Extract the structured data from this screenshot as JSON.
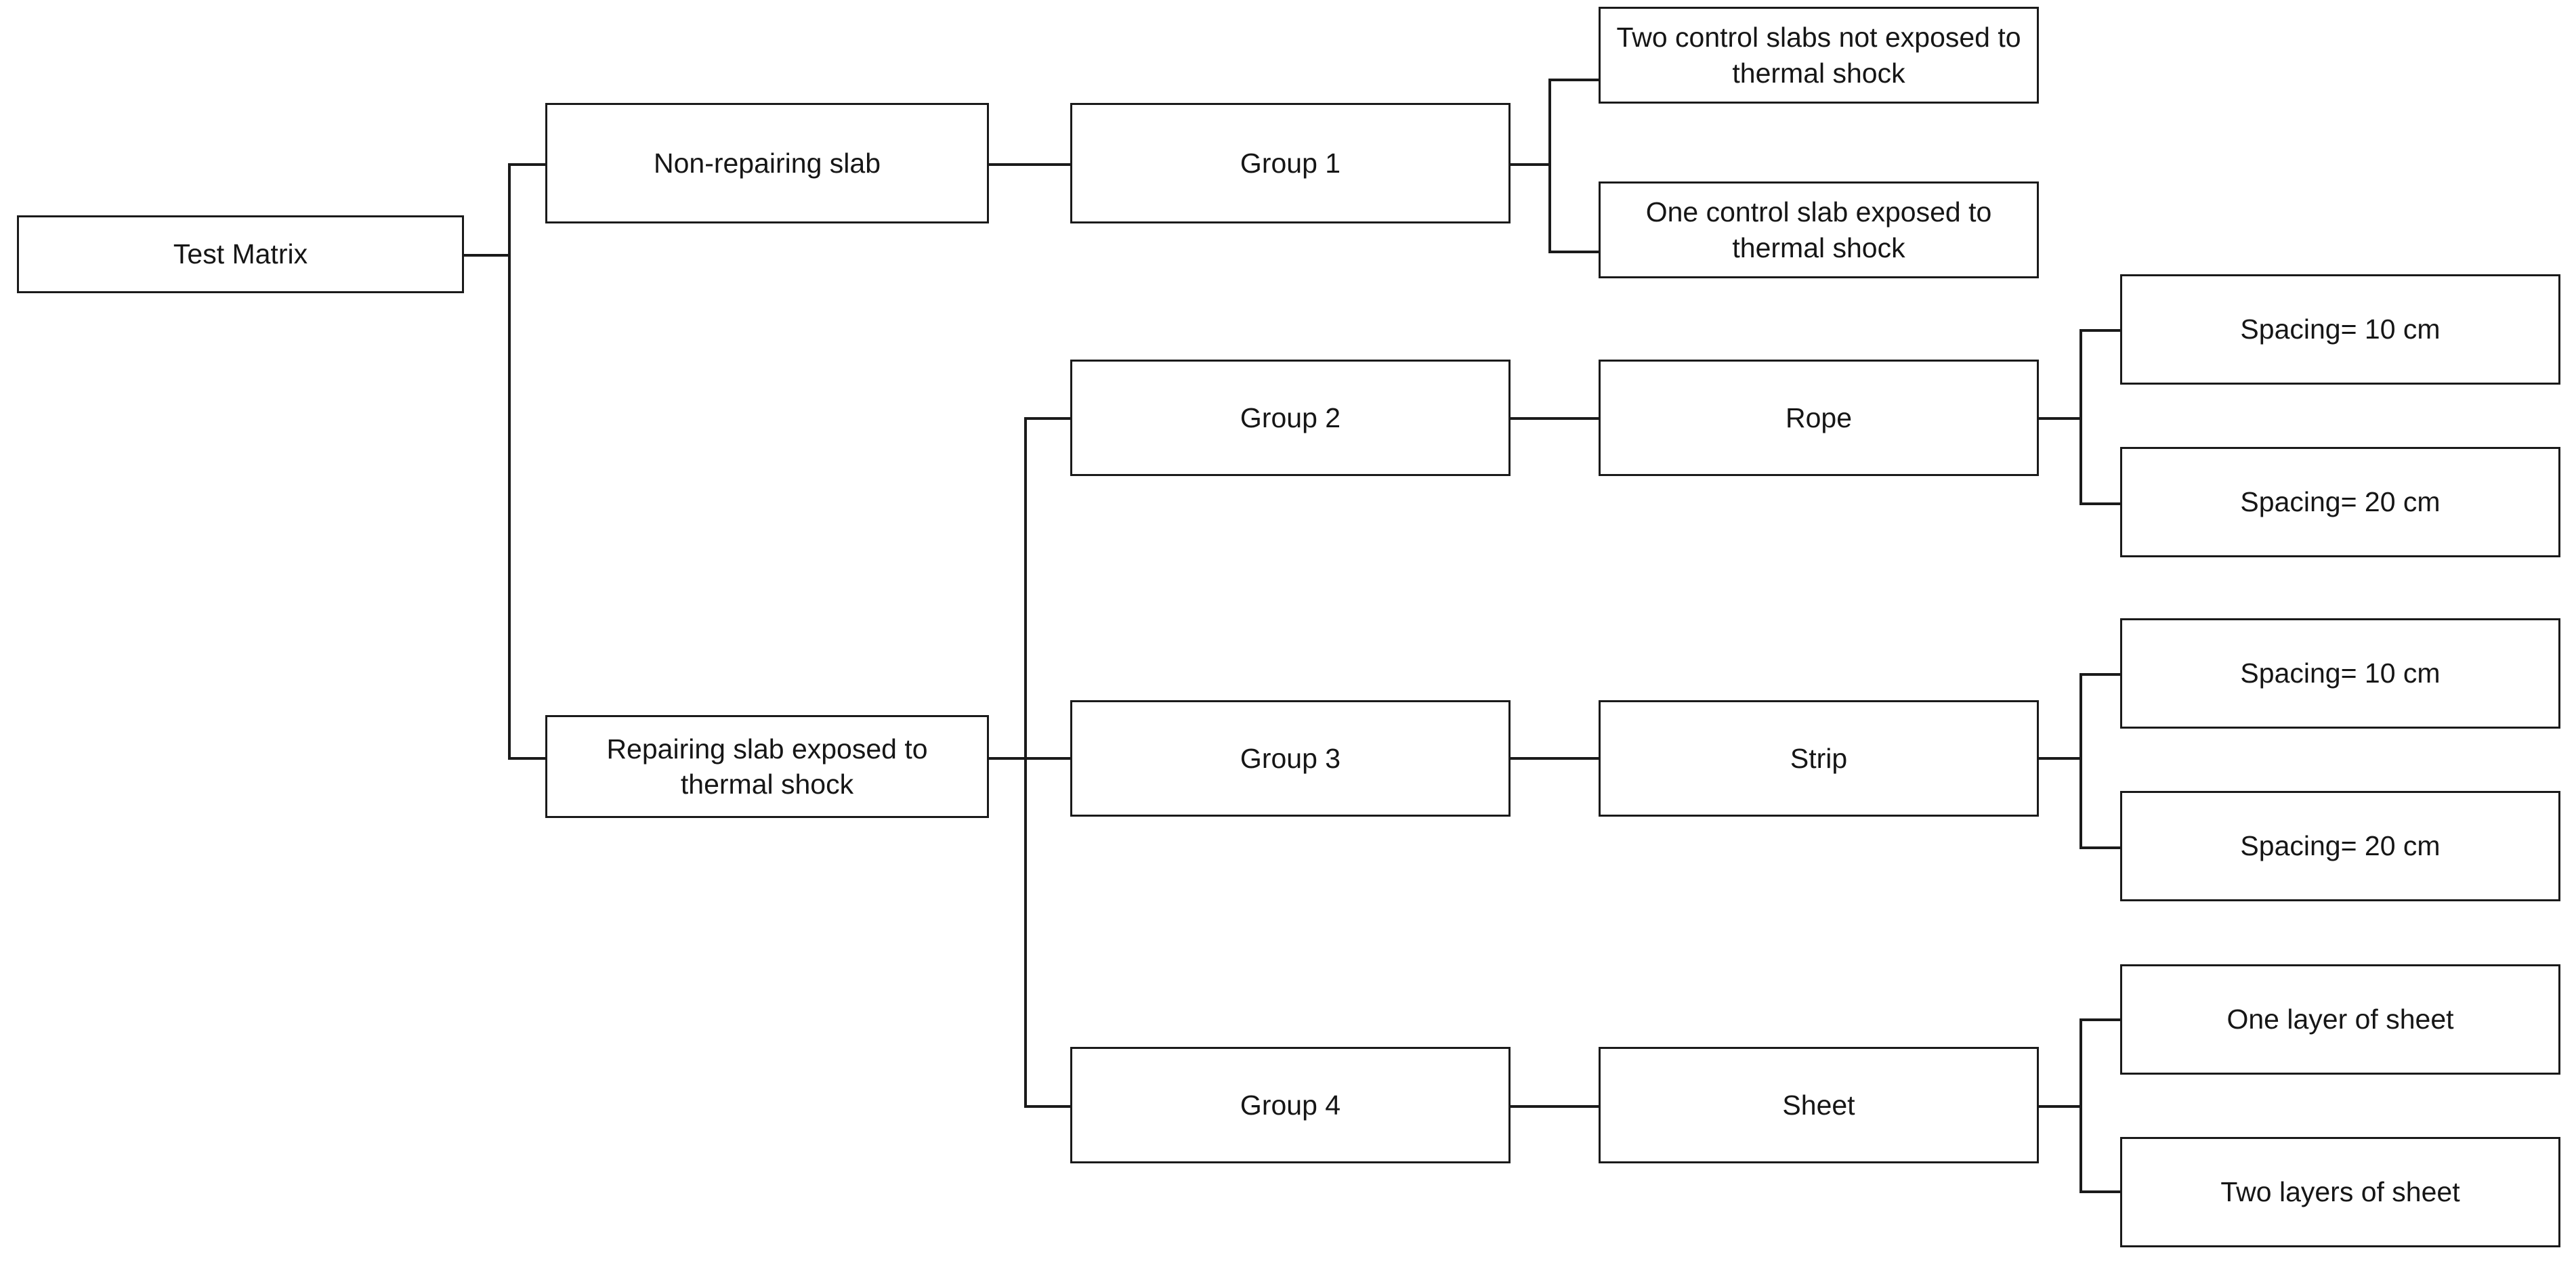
{
  "diagram": {
    "type": "tree-flowchart",
    "orientation": "left-to-right",
    "background_color": "#ffffff",
    "line_color": "#1a1a1a",
    "box_border_color": "#1a1a1a",
    "text_color": "#161616",
    "root": {
      "id": "test-matrix",
      "label": "Test Matrix"
    },
    "level2": [
      {
        "id": "non-repairing-slab",
        "label": "Non-repairing slab"
      },
      {
        "id": "repairing-slab",
        "label": "Repairing slab exposed to thermal shock"
      }
    ],
    "groups": [
      {
        "id": "group-1",
        "label": "Group 1"
      },
      {
        "id": "group-2",
        "label": "Group 2"
      },
      {
        "id": "group-3",
        "label": "Group 3"
      },
      {
        "id": "group-4",
        "label": "Group 4"
      }
    ],
    "methods": [
      {
        "id": "rope",
        "label": "Rope"
      },
      {
        "id": "strip",
        "label": "Strip"
      },
      {
        "id": "sheet",
        "label": "Sheet"
      }
    ],
    "group1_children": [
      {
        "id": "two-control-slabs",
        "label": "Two control slabs not exposed to thermal shock"
      },
      {
        "id": "one-control-slab",
        "label": "One control slab exposed to thermal shock"
      }
    ],
    "rope_children": [
      {
        "id": "rope-spacing-10",
        "label": "Spacing= 10 cm"
      },
      {
        "id": "rope-spacing-20",
        "label": "Spacing= 20 cm"
      }
    ],
    "strip_children": [
      {
        "id": "strip-spacing-10",
        "label": "Spacing= 10 cm"
      },
      {
        "id": "strip-spacing-20",
        "label": "Spacing= 20 cm"
      }
    ],
    "sheet_children": [
      {
        "id": "sheet-one-layer",
        "label": "One layer of sheet"
      },
      {
        "id": "sheet-two-layers",
        "label": "Two layers of sheet"
      }
    ]
  }
}
